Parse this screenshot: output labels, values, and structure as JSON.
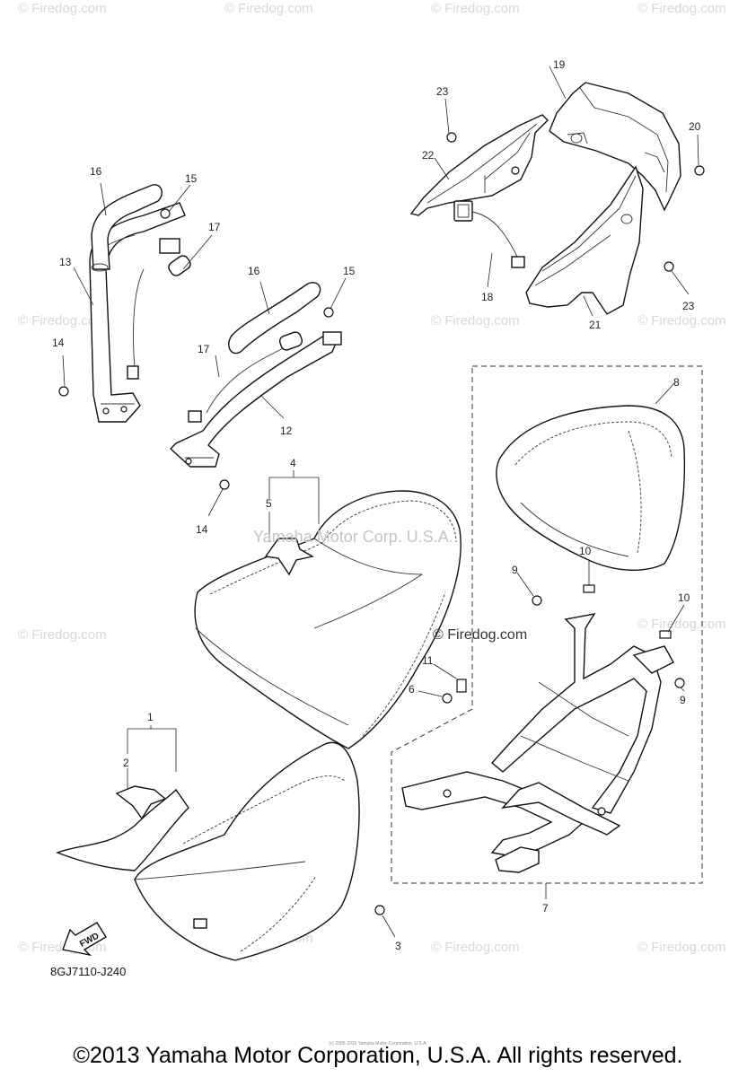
{
  "diagram": {
    "code": "8GJ7110-J240",
    "fwd_label": "FWD",
    "watermark_center": "Yamaha Motor Corp. U.S.A.",
    "watermark_dark": "© Firedog.com",
    "watermark_light": "© Firedog.com",
    "callouts": {
      "c1": "1",
      "c2": "2",
      "c3": "3",
      "c4": "4",
      "c5": "5",
      "c6": "6",
      "c7": "7",
      "c8": "8",
      "c9a": "9",
      "c9b": "9",
      "c10a": "10",
      "c10b": "10",
      "c11": "11",
      "c12": "12",
      "c13": "13",
      "c14a": "14",
      "c14b": "14",
      "c15a": "15",
      "c15b": "15",
      "c16a": "16",
      "c16b": "16",
      "c17a": "17",
      "c17b": "17",
      "c18": "18",
      "c19": "19",
      "c20": "20",
      "c21": "21",
      "c22": "22",
      "c23a": "23",
      "c23b": "23"
    }
  },
  "footer": {
    "copyright": "©2013 Yamaha Motor Corporation, U.S.A. All rights reserved.",
    "tiny_credit": "(c) 2005-2015 Yamaha Motor Corporation, U.S.A."
  }
}
